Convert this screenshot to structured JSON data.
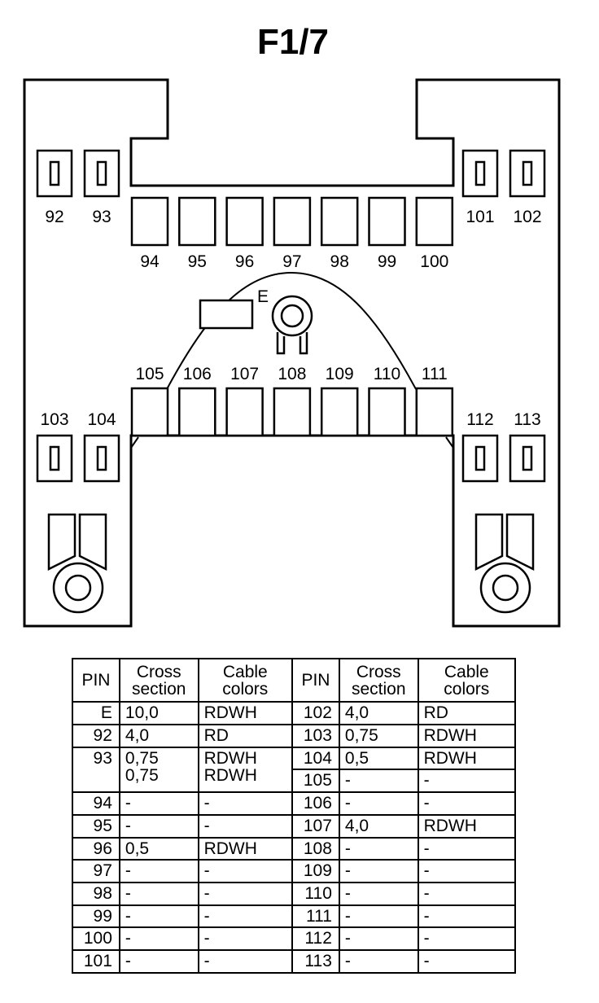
{
  "title": "F1/7",
  "diagram": {
    "earth_label": "E",
    "small_pins": [
      {
        "id": "92"
      },
      {
        "id": "93"
      },
      {
        "id": "101"
      },
      {
        "id": "102"
      },
      {
        "id": "103"
      },
      {
        "id": "104"
      },
      {
        "id": "112"
      },
      {
        "id": "113"
      }
    ],
    "upper_slots": [
      "94",
      "95",
      "96",
      "97",
      "98",
      "99",
      "100"
    ],
    "lower_slots": [
      "105",
      "106",
      "107",
      "108",
      "109",
      "110",
      "111"
    ]
  },
  "table": {
    "headers": {
      "pin": "PIN",
      "cross_1": "Cross",
      "cross_2": "section",
      "cable_1": "Cable",
      "cable_2": "colors"
    },
    "left_rows": [
      {
        "pin": "E",
        "cross": [
          "10,0"
        ],
        "colors": [
          "RDWH"
        ]
      },
      {
        "pin": "92",
        "cross": [
          "4,0"
        ],
        "colors": [
          "RD"
        ]
      },
      {
        "pin": "93",
        "cross": [
          "0,75",
          "0,75"
        ],
        "colors": [
          "RDWH",
          "RDWH"
        ]
      },
      {
        "pin": "94",
        "cross": [
          "-"
        ],
        "colors": [
          "-"
        ]
      },
      {
        "pin": "95",
        "cross": [
          "-"
        ],
        "colors": [
          "-"
        ]
      },
      {
        "pin": "96",
        "cross": [
          "0,5"
        ],
        "colors": [
          "RDWH"
        ]
      },
      {
        "pin": "97",
        "cross": [
          "-"
        ],
        "colors": [
          "-"
        ]
      },
      {
        "pin": "98",
        "cross": [
          "-"
        ],
        "colors": [
          "-"
        ]
      },
      {
        "pin": "99",
        "cross": [
          "-"
        ],
        "colors": [
          "-"
        ]
      },
      {
        "pin": "100",
        "cross": [
          "-"
        ],
        "colors": [
          "-"
        ]
      },
      {
        "pin": "101",
        "cross": [
          "-"
        ],
        "colors": [
          "-"
        ]
      }
    ],
    "right_rows": [
      {
        "pin": "102",
        "cross": "4,0",
        "colors": "RD"
      },
      {
        "pin": "103",
        "cross": "0,75",
        "colors": "RDWH"
      },
      {
        "pin": "104",
        "cross": "0,5",
        "colors": "RDWH"
      },
      {
        "pin": "105",
        "cross": "-",
        "colors": "-"
      },
      {
        "pin": "106",
        "cross": "-",
        "colors": "-"
      },
      {
        "pin": "107",
        "cross": "4,0",
        "colors": "RDWH"
      },
      {
        "pin": "108",
        "cross": "-",
        "colors": "-"
      },
      {
        "pin": "109",
        "cross": "-",
        "colors": "-"
      },
      {
        "pin": "110",
        "cross": "-",
        "colors": "-"
      },
      {
        "pin": "111",
        "cross": "-",
        "colors": "-"
      },
      {
        "pin": "112",
        "cross": "-",
        "colors": "-"
      },
      {
        "pin": "113",
        "cross": "-",
        "colors": "-"
      }
    ]
  }
}
